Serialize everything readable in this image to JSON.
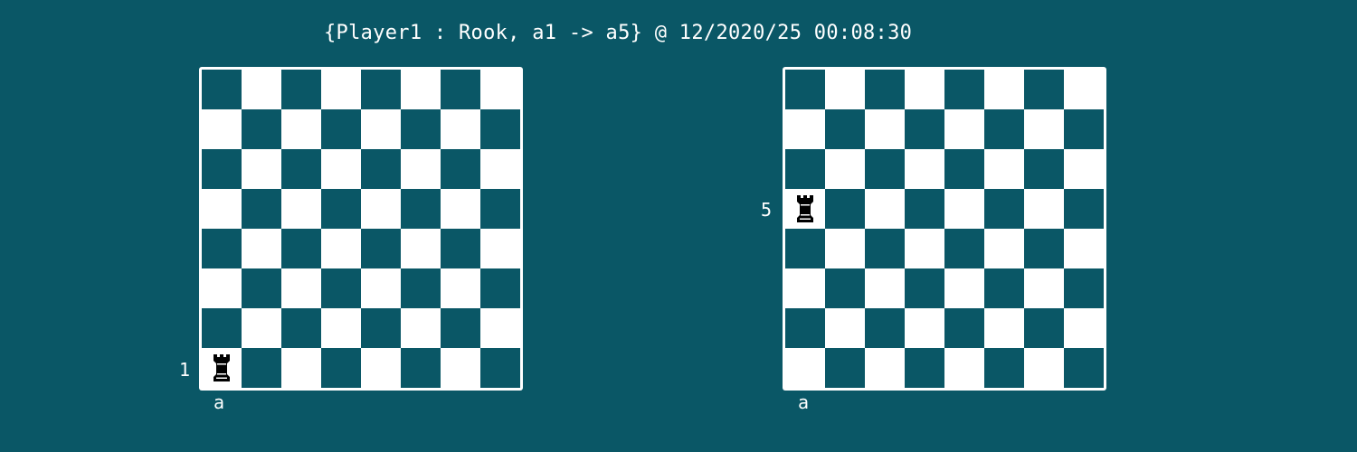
{
  "move": {
    "title": "{Player1 : Rook, a1 -> a5} @ 12/2020/25 00:08:30",
    "player": "Player1",
    "piece": "Rook",
    "from": "a1",
    "to": "a5"
  },
  "colors": {
    "background": "#0a5766",
    "dark_square": "#0a5766",
    "light_square": "#ffffff",
    "piece": "#000000"
  },
  "boards": [
    {
      "id": "before",
      "pieces": [
        {
          "square": "a1",
          "type": "rook",
          "color": "black",
          "icon": "rook-icon"
        }
      ],
      "file_label": "a",
      "rank_label": "1"
    },
    {
      "id": "after",
      "pieces": [
        {
          "square": "a5",
          "type": "rook",
          "color": "black",
          "icon": "rook-icon"
        }
      ],
      "file_label": "a",
      "rank_label": "5"
    }
  ]
}
